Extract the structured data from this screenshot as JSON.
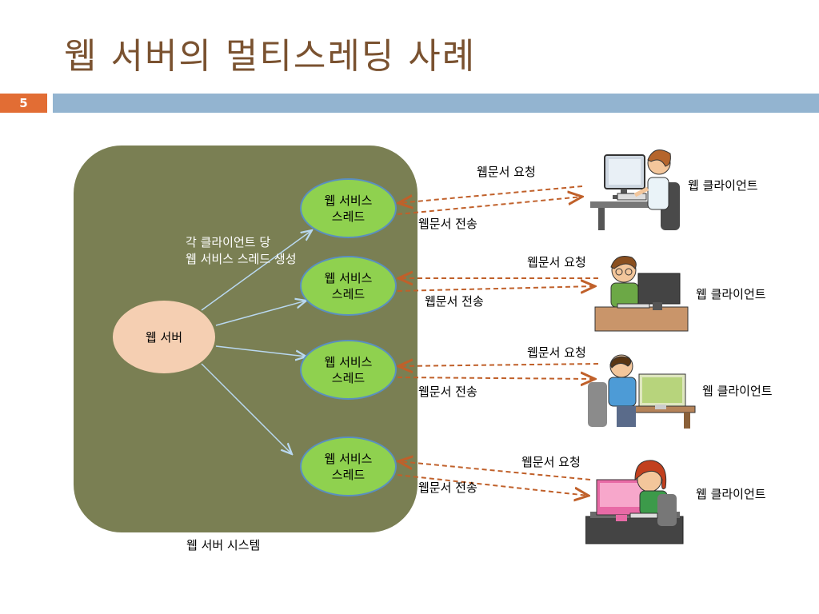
{
  "slide": {
    "title": "웹 서버의 멀티스레딩 사례",
    "page_number": "5"
  },
  "diagram": {
    "web_server_label": "웹 서버",
    "system_label": "웹 서버 시스템",
    "thread_note_line1": "각 클라이언트 당",
    "thread_note_line2": "웹 서비스 스레드 생성",
    "threads": [
      {
        "line1": "웹 서비스",
        "line2": "스레드"
      },
      {
        "line1": "웹 서비스",
        "line2": "스레드"
      },
      {
        "line1": "웹 서비스",
        "line2": "스레드"
      },
      {
        "line1": "웹 서비스",
        "line2": "스레드"
      }
    ],
    "clients": [
      {
        "request": "웹문서 요청",
        "response": "웹문서 전송",
        "client_label": "웹 클라이언트"
      },
      {
        "request": "웹문서 요청",
        "response": "웹문서 전송",
        "client_label": "웹 클라이언트"
      },
      {
        "request": "웹문서 요청",
        "response": "웹문서 전송",
        "client_label": "웹 클라이언트"
      },
      {
        "request": "웹문서 요청",
        "response": "웹문서 전송",
        "client_label": "웹 클라이언트"
      }
    ]
  },
  "colors": {
    "title": "#7a5230",
    "page_badge": "#e26d34",
    "header_bar": "#93b4d0",
    "server_box": "#7a7f53",
    "web_server": "#f5cfb2",
    "thread": "#8fd14f",
    "dashed_arrow": "#c0602a",
    "thread_arrow": "#9fc4e4"
  }
}
